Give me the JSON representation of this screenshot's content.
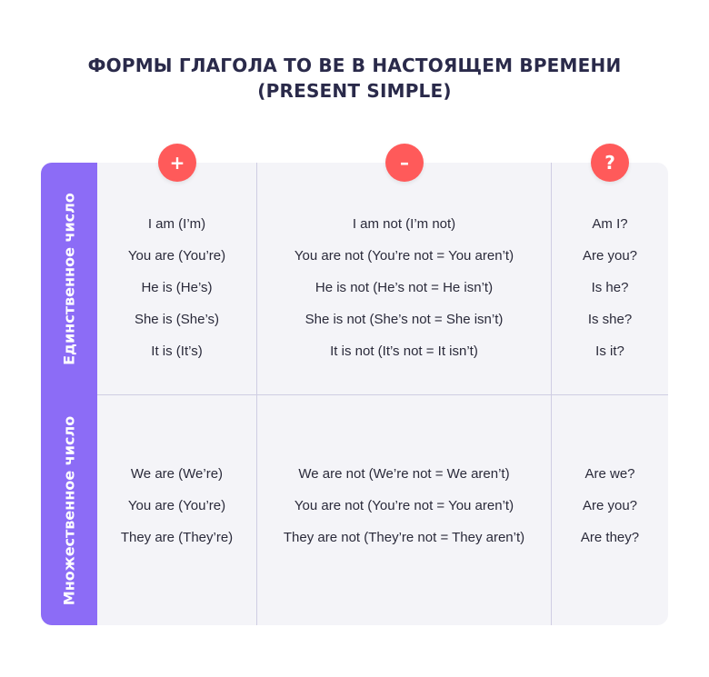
{
  "title": {
    "line1": "ФОРМЫ ГЛАГОЛА TO BE В НАСТОЯЩЕМ ВРЕМЕНИ",
    "line2": "(PRESENT SIMPLE)"
  },
  "headers": {
    "affirmative": "+",
    "negative": "–",
    "question": "?"
  },
  "sections": {
    "singular": {
      "label": "Единственное число",
      "affirmative": [
        "I am (I’m)",
        "You are (You’re)",
        "He is (He’s)",
        "She is (She’s)",
        "It is (It’s)"
      ],
      "negative": [
        "I am not (I’m not)",
        "You are not (You’re not = You aren’t)",
        "He is not (He’s not = He isn’t)",
        "She is not (She’s not = She isn’t)",
        "It is not (It’s not = It isn’t)"
      ],
      "question": [
        "Am I?",
        "Are you?",
        "Is he?",
        "Is she?",
        "Is it?"
      ]
    },
    "plural": {
      "label": "Множественное число",
      "affirmative": [
        "We are (We’re)",
        "You are (You’re)",
        "They are (They’re)"
      ],
      "negative": [
        "We are not (We’re not = We aren’t)",
        "You are not (You’re not = You aren’t)",
        "They are not (They’re not = They aren’t)"
      ],
      "question": [
        "Are we?",
        "Are you?",
        "Are they?"
      ]
    }
  },
  "colors": {
    "accent_purple": "#8c6cf6",
    "badge_red": "#ff5a5a",
    "table_bg": "#f4f4f8",
    "title_text": "#2a2a4a"
  }
}
